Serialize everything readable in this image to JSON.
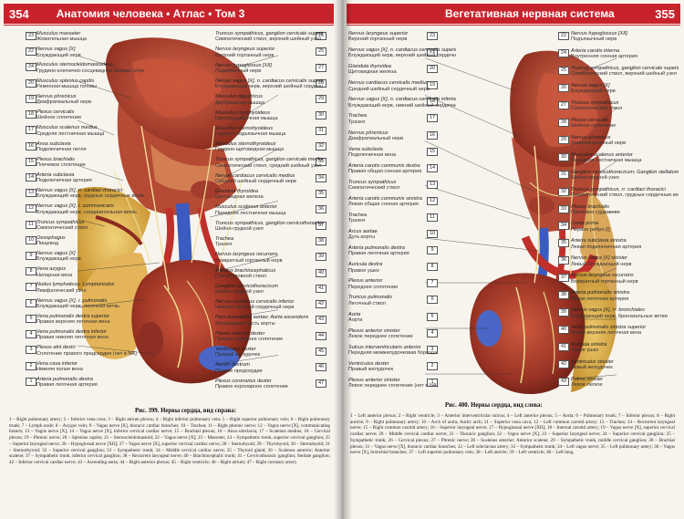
{
  "left": {
    "page_number": "354",
    "header_title": "Анатомия человека • Атлас • Том 3",
    "caption": "Рис. 399. Нервы сердца, вид справа:",
    "legend": "1 – Right pulmonary artery; 2 – Inferior vena cava; 3 – Right atrium plexus; 4 – Right inferior pulmonary vein; 5 – Right superior pulmonary vein; 6 – Right pulmonary trunk; 7 – Lymph node; 8 – Azygos vein; 9 – Vagus nerve [X], thoracic cardiac branches; 10 – Trachea; 11 – Right phrenic nerve; 12 – Vagus nerve [X], communicating branch; 13 – Vagus nerve [X]; 14 – Vagus nerve [X], inferior cervical cardiac nerve; 15 – Brachial plexus; 16 – Ansa subclavia; 17 – Scalenus medius; 18 – Cervical plexus; 19 – Phrenic nerve; 20 – Splenius capitis; 21 – Sternocleidomastoid; 22 – Vagus nerve [X]; 23 – Masseter; 24 – Sympathetic trunk, superior cervical ganglion; 25 – Superior laryngeal nerve; 26 – Hypoglossal nerve [XII]; 27 – Vagus nerve [X], superior cervical cardiac nerve; 28 – Sternohyoid; 29 – Thyrohyoid; 30 – Sternohyoid; 31 – Sternothyroid; 32 – Superior cervical ganglion; 33 – Sympathetic trunk; 34 – Middle cervical cardiac nerve; 35 – Thyroid gland; 36 – Scalenus anterior; Anterior scalene; 37 – Sympathetic trunk, inferior cervical ganglion; 38 – Recurrent laryngeal nerve; 40 – Brachiocephalic trunk; 41 – Cervicothoracic ganglion; Stellate ganglion; 42 – Inferior cervical cardiac nerve; 43 – Ascending aorta; 44 – Right anterior plexus; 45 – Right ventricle; 46 – Right atrium; 47 – Right coronary artery.",
    "labels_left": [
      {
        "n": "23",
        "la": "Musculus masseter",
        "ru": "Жевательная мышца"
      },
      {
        "n": "22",
        "la": "Nervus vagus [X]",
        "ru": "Блуждающий нерв"
      },
      {
        "n": "24",
        "la": "Musculus sternocleidomastoideus",
        "ru": "Грудино-ключично-сосцевидная мышца (отрезана)"
      },
      {
        "n": "20",
        "la": "Musculus splenius capitis",
        "ru": "Ременная мышца головы"
      },
      {
        "n": "19",
        "la": "Nervus phrenicus",
        "ru": "Диафрагмальный нерв"
      },
      {
        "n": "18",
        "la": "Plexus cervicalis",
        "ru": "Шейное сплетение"
      },
      {
        "n": "17",
        "la": "Musculus scalenus medius",
        "ru": "Средняя лестничная мышца"
      },
      {
        "n": "16",
        "la": "Ansa subclavia",
        "ru": "Подключичная петля"
      },
      {
        "n": "15",
        "la": "Plexus brachialis",
        "ru": "Плечевое сплетение"
      },
      {
        "n": "14",
        "la": "Arteria subclavia",
        "ru": "Подключичная артерия"
      },
      {
        "n": "13",
        "la": "Nervus vagus [X], rr. cardiaci thoracici",
        "ru": "Блуждающий нерв, грудные сердечные ветви"
      },
      {
        "n": "12",
        "la": "Nervus vagus [X], r. communicans",
        "ru": "Блуждающий нерв, соединительная ветвь"
      },
      {
        "n": "11",
        "la": "Truncus sympathicus",
        "ru": "Симпатический ствол"
      },
      {
        "n": "10",
        "la": "Oesophagus",
        "ru": "Пищевод"
      },
      {
        "n": "9",
        "la": "Nervus vagus [X]",
        "ru": "Блуждающий нерв"
      },
      {
        "n": "8",
        "la": "Vena azygos",
        "ru": "Непарная вена"
      },
      {
        "n": "7",
        "la": "Nodus lymphaticus; Lymphonodus",
        "ru": "Лимфатический узел"
      },
      {
        "n": "6",
        "la": "Nervus vagus [X], r. pulmonalis",
        "ru": "Блуждающий нерв, легочная ветвь"
      },
      {
        "n": "5",
        "la": "Vena pulmonalis dextra superior",
        "ru": "Правая верхняя легочная вена"
      },
      {
        "n": "4",
        "la": "Vena pulmonalis dextra inferior",
        "ru": "Правая нижняя легочная вена"
      },
      {
        "n": "3",
        "la": "Plexus atrii dextri",
        "ru": "Сплетение правого предсердия (нет в NA)"
      },
      {
        "n": "2",
        "la": "Vena cava inferior",
        "ru": "Нижняя полая вена"
      },
      {
        "n": "1",
        "la": "Arteria pulmonalis dextra",
        "ru": "Правая легочная артерия"
      }
    ],
    "labels_right": [
      {
        "n": "26",
        "la": "Truncus sympathicus, ganglion cervicale superius",
        "ru": "Симпатический ствол, верхний шейный узел"
      },
      {
        "n": "25",
        "la": "Nervus laryngeus superior",
        "ru": "Верхний гортанный нерв"
      },
      {
        "n": "27",
        "la": "Nervus hypoglossus [XII]",
        "ru": "Подъязычный нерв"
      },
      {
        "n": "28",
        "la": "Nervus vagus [X], n. cardiacus cervicalis superior",
        "ru": "Блуждающий нерв, верхний шейный сердечный нерв"
      },
      {
        "n": "29",
        "la": "Musculus digastricus",
        "ru": "Двубрюшная мышца"
      },
      {
        "n": "30",
        "la": "Musculus thyrohyoideus",
        "ru": "Щитоподъязычная мышца"
      },
      {
        "n": "31",
        "la": "Musculus sternohyoideus",
        "ru": "Грудино-подъязычная мышца"
      },
      {
        "n": "32",
        "la": "Musculus sternothyroideus",
        "ru": "Грудино-щитовидная мышца"
      },
      {
        "n": "33",
        "la": "Truncus sympathicus, ganglion cervicale medium",
        "ru": "Симпатический ствол, средний шейный узел"
      },
      {
        "n": "34",
        "la": "Nervus cardiacus cervicalis medius",
        "ru": "Средний шейный сердечный нерв"
      },
      {
        "n": "35",
        "la": "Glandula thyroidea",
        "ru": "Щитовидная железа"
      },
      {
        "n": "36",
        "la": "Musculus scalenus anterior",
        "ru": "Передняя лестничная мышца"
      },
      {
        "n": "37",
        "la": "Truncus sympathicus, ganglion cervicothoracicum",
        "ru": "Шейно-грудной узел"
      },
      {
        "n": "38",
        "la": "Trachea",
        "ru": "Трахея"
      },
      {
        "n": "39",
        "la": "Nervus laryngeus recurrens",
        "ru": "Возвратный гортанный нерв"
      },
      {
        "n": "40",
        "la": "Truncus brachiocephalicus",
        "ru": "Плечеголовной ствол"
      },
      {
        "n": "41",
        "la": "Ganglion cervicothoracicum",
        "ru": "Шейно-грудной узел"
      },
      {
        "n": "42",
        "la": "Nervus cardiacus cervicalis inferior",
        "ru": "Нижний шейный сердечный нерв"
      },
      {
        "n": "43",
        "la": "Pars ascendens aortae; Aorta ascendens",
        "ru": "Восходящая часть аорты"
      },
      {
        "n": "44",
        "la": "Plexus anterior dexter",
        "ru": "Правое переднее сплетение"
      },
      {
        "n": "45",
        "la": "Ventriculus dexter",
        "ru": "Правый желудочек"
      },
      {
        "n": "46",
        "la": "Atrium dextrum",
        "ru": "Правое предсердие"
      },
      {
        "n": "47",
        "la": "Plexus coronarius dexter",
        "ru": "Правое коронарное сплетение"
      }
    ]
  },
  "right": {
    "page_number": "355",
    "header_title": "Вегетативная нервная система",
    "caption": "Рис. 400. Нервы сердца, вид слева:",
    "legend": "1 – Left anterior plexus; 2 – Right ventricle; 3 – Anterior interventricular sulcus; 4 – Left anterior plexus; 5 – Aorta; 6 – Pulmonary trunk; 7 – Inferior plexus; 8 – Right auricle; 9 – Right pulmonary artery; 10 – Arch of aorta; Aortic arch; 11 – Superior vena cava; 12 – Left common carotid artery; 13 – Trachea; 14 – Recurrent laryngeal nerve; 15 – Right common carotid artery; 16 – Superior laryngeal nerve; 17 – Hypoglossal nerve [XII]; 18 – Internal carotid artery; 19 – Vagus nerve [X], superior cervical cardiac nerve; 20 – Middle cervical cardiac nerve; 21 – Thoracic ganglion; 22 – Vagus nerve [X]; 23 – Superior laryngeal nerve; 24 – Superior cervical ganglion; 25 – Sympathetic trunk; 26 – Cervical plexus; 27 – Phrenic nerve; 28 – Scalenus anterior; Anterior scalene; 29 – Sympathetic trunk, middle cervical ganglion; 30 – Brachial plexus; 31 – Vagus nerve [X], thoracic cardiac branches; 32 – Left subclavian artery; 33 – Sympathetic trunk; 34 – Left vagus nerve; 35 – Left pulmonary artery; 36 – Vagus nerve [X], bronchial branches; 37 – Left superior pulmonary vein; 38 – Left auricle; 39 – Left ventricle; 40 – Left lung.",
    "labels_left": [
      {
        "n": "23",
        "la": "Nervus laryngeus superior",
        "ru": "Верхний гортанный нерв"
      },
      {
        "n": "21",
        "la": "Nervus vagus [X], n. cardiacus cervicalis superior",
        "ru": "Блуждающий нерв, верхний шейный сердечный нерв"
      },
      {
        "n": "20",
        "la": "Glandula thyroidea",
        "ru": "Щитовидная железа"
      },
      {
        "n": "19",
        "la": "Nervus cardiacus cervicalis medius",
        "ru": "Средний шейный сердечный нерв"
      },
      {
        "n": "18",
        "la": "Nervus vagus [X], n. cardiacus cervicalis inferior",
        "ru": "Блуждающий нерв, нижний шейный сердечный нерв"
      },
      {
        "n": "17",
        "la": "Trachea",
        "ru": "Трахея"
      },
      {
        "n": "16",
        "la": "Nervus phrenicus",
        "ru": "Диафрагмальный нерв"
      },
      {
        "n": "15",
        "la": "Vena subclavia",
        "ru": "Подключичная вена"
      },
      {
        "n": "14",
        "la": "Arteria carotis communis dextra",
        "ru": "Правая общая сонная артерия"
      },
      {
        "n": "13",
        "la": "Truncus sympathicus",
        "ru": "Симпатический ствол"
      },
      {
        "n": "12",
        "la": "Arteria carotis communis sinistra",
        "ru": "Левая общая сонная артерия"
      },
      {
        "n": "11",
        "la": "Trachea",
        "ru": "Трахея"
      },
      {
        "n": "10",
        "la": "Arcus aortae",
        "ru": "Дуга аорты"
      },
      {
        "n": "9",
        "la": "Arteria pulmonalis dextra",
        "ru": "Правая легочная артерия"
      },
      {
        "n": "8",
        "la": "Auricula dextra",
        "ru": "Правое ушко"
      },
      {
        "n": "7",
        "la": "Plexus anterior",
        "ru": "Переднее сплетение"
      },
      {
        "n": "6",
        "la": "Truncus pulmonalis",
        "ru": "Легочный ствол"
      },
      {
        "n": "5",
        "la": "Aorta",
        "ru": "Аорта"
      },
      {
        "n": "4",
        "la": "Plexus anterior sinister",
        "ru": "Левое переднее сплетение"
      },
      {
        "n": "3",
        "la": "Sulcus interventricularis anterior",
        "ru": "Передняя межжелудочковая борозда"
      },
      {
        "n": "2",
        "la": "Ventriculus dexter",
        "ru": "Правый желудочек"
      },
      {
        "n": "1",
        "la": "Plexus anterior sinister",
        "ru": "Левое переднее сплетение (нет в NA)"
      }
    ],
    "labels_right": [
      {
        "n": "22",
        "la": "Nervus hypoglossus [XII]",
        "ru": "Подъязычный нерв"
      },
      {
        "n": "24",
        "la": "Arteria carotis interna",
        "ru": "Внутренняя сонная артерия"
      },
      {
        "n": "25",
        "la": "Truncus sympathicus, ganglion cervicale superius",
        "ru": "Симпатический ствол, верхний шейный узел"
      },
      {
        "n": "26",
        "la": "Nervus vagus [X]",
        "ru": "Блуждающий нерв"
      },
      {
        "n": "27",
        "la": "Truncus sympathicus",
        "ru": "Симпатический ствол"
      },
      {
        "n": "28",
        "la": "Plexus cervicalis",
        "ru": "Шейное сплетение"
      },
      {
        "n": "29",
        "la": "Nervus phrenicus",
        "ru": "Диафрагмальный нерв"
      },
      {
        "n": "30",
        "la": "Musculus scalenus anterior",
        "ru": "Передняя лестничная мышца"
      },
      {
        "n": "31",
        "la": "Ganglion cervicothoracicum; Ganglion stellatum",
        "ru": "Шейно-грудной узел"
      },
      {
        "n": "32",
        "la": "Truncus sympathicus, rr. cardiaci thoracici",
        "ru": "Симпатический ствол, грудные сердечные ветви"
      },
      {
        "n": "33",
        "la": "Plexus brachialis",
        "ru": "Плечевое сплетение"
      },
      {
        "n": "34",
        "la": "Costa prima",
        "ru": "Первое ребро [I]"
      },
      {
        "n": "35",
        "la": "Arteria subclavia sinistra",
        "ru": "Левая подключичная артерия"
      },
      {
        "n": "36",
        "la": "Nervus vagus [X] sinister",
        "ru": "Левый блуждающий нерв"
      },
      {
        "n": "37",
        "la": "Nervus laryngeus recurrens",
        "ru": "Возвратный гортанный нерв"
      },
      {
        "n": "38",
        "la": "Arteria pulmonalis sinistra",
        "ru": "Левая легочная артерия"
      },
      {
        "n": "39",
        "la": "Nervus vagus [X], rr. bronchiales",
        "ru": "Блуждающий нерв, бронхиальные ветви"
      },
      {
        "n": "40",
        "la": "Vena pulmonalis sinistra superior",
        "ru": "Левая верхняя легочная вена"
      },
      {
        "n": "41",
        "la": "Auricula sinistra",
        "ru": "Левое ушко"
      },
      {
        "n": "42",
        "la": "Ventriculus sinister",
        "ru": "Левый желудочек"
      },
      {
        "n": "43",
        "la": "Pulmo sinister",
        "ru": "Левое легкое"
      }
    ]
  },
  "colors": {
    "header_red": "#c8232b",
    "muscle": "#b5432e",
    "nerve": "#e9d68a",
    "vessel_blue": "#3a5bbf",
    "vessel_red": "#c0302a",
    "fat": "#e7c36a"
  }
}
